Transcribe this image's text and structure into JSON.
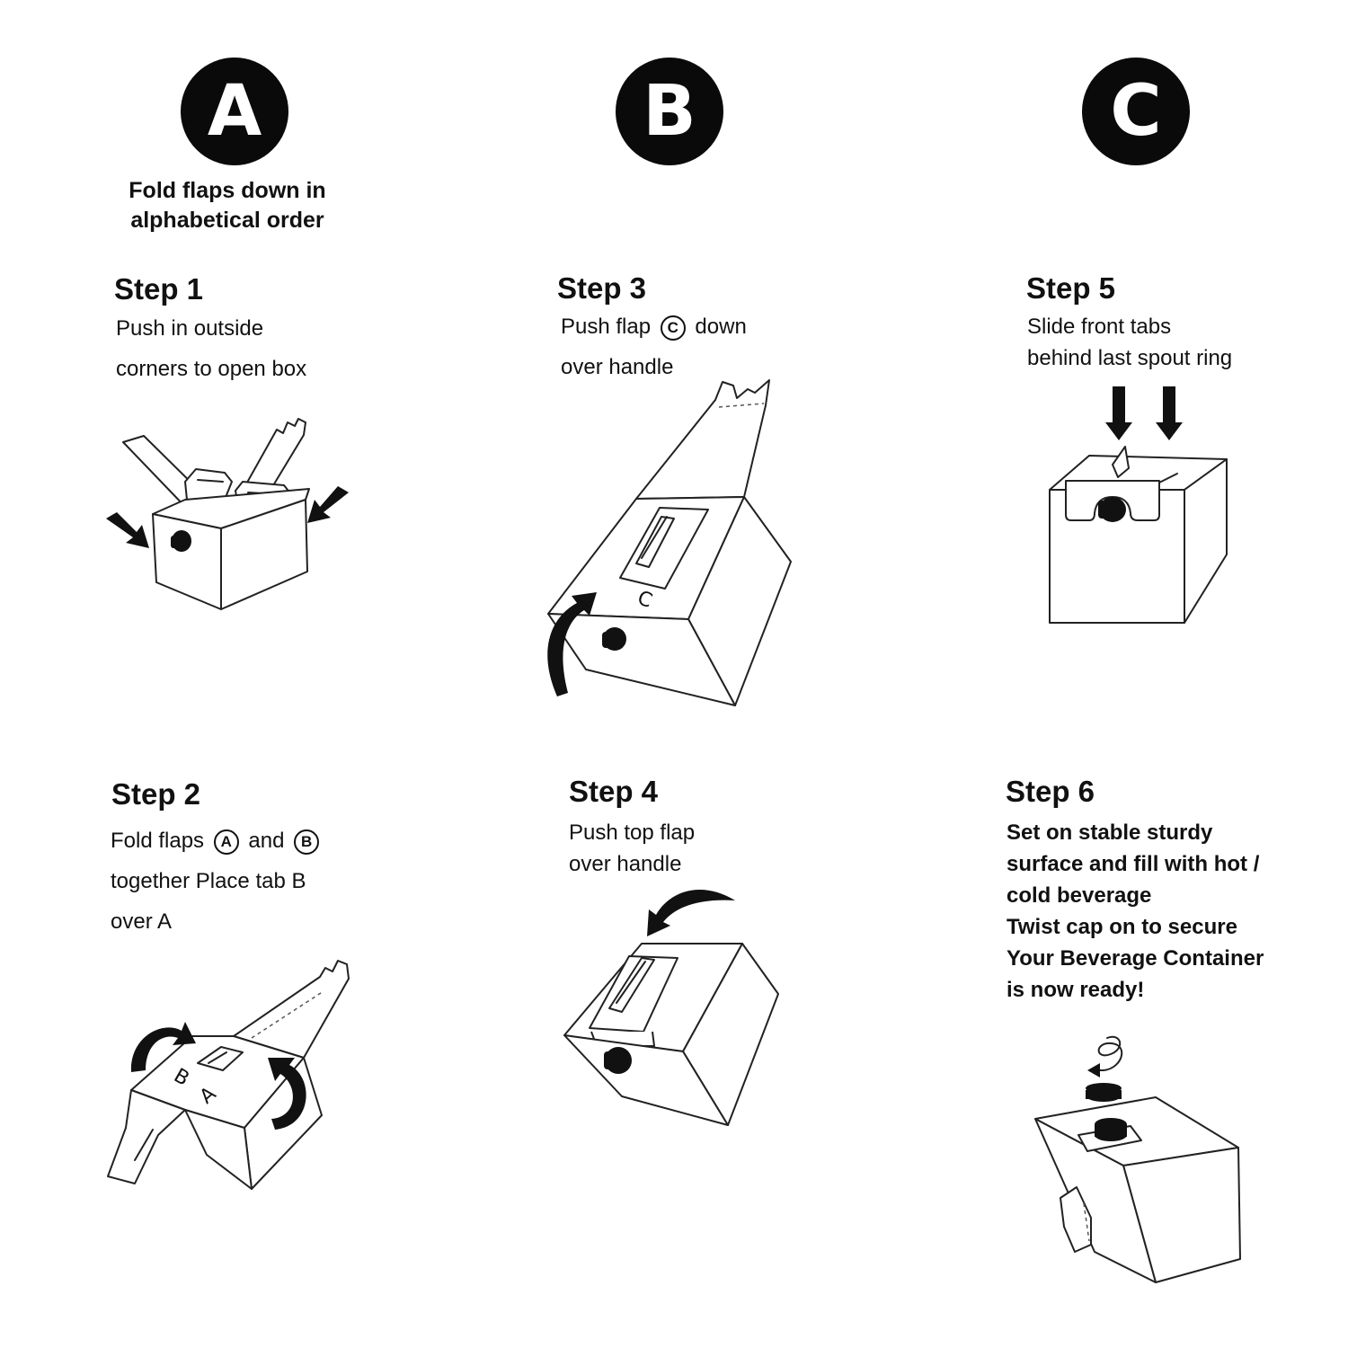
{
  "badges": {
    "a": "A",
    "b": "B",
    "c": "C"
  },
  "badge_a_note": [
    "Fold flaps down in",
    "alphabetical order"
  ],
  "steps": {
    "s1": {
      "title": "Step 1",
      "lines": [
        "Push in outside",
        "corners to open box"
      ]
    },
    "s2": {
      "title": "Step 2",
      "line1_pre": "Fold flaps",
      "line1_mark1": "A",
      "line1_mid": "and",
      "line1_mark2": "B",
      "line2": "together Place tab B",
      "line3": "over A"
    },
    "s3": {
      "title": "Step 3",
      "line1_pre": "Push flap",
      "line1_mark": "C",
      "line1_post": "down",
      "line2": "over handle"
    },
    "s4": {
      "title": "Step 4",
      "lines": [
        "Push top flap",
        "over handle"
      ]
    },
    "s5": {
      "title": "Step 5",
      "lines": [
        "Slide front tabs",
        "behind last spout ring"
      ]
    },
    "s6": {
      "title": "Step 6",
      "lines": [
        "Set on stable sturdy",
        "surface and fill with hot /",
        "cold beverage",
        "Twist cap on to secure",
        "Your Beverage Container",
        "is now ready!"
      ]
    }
  },
  "illustration_labels": {
    "s2_flap_b": "B",
    "s2_flap_a": "A",
    "s3_flap_c": "C"
  }
}
